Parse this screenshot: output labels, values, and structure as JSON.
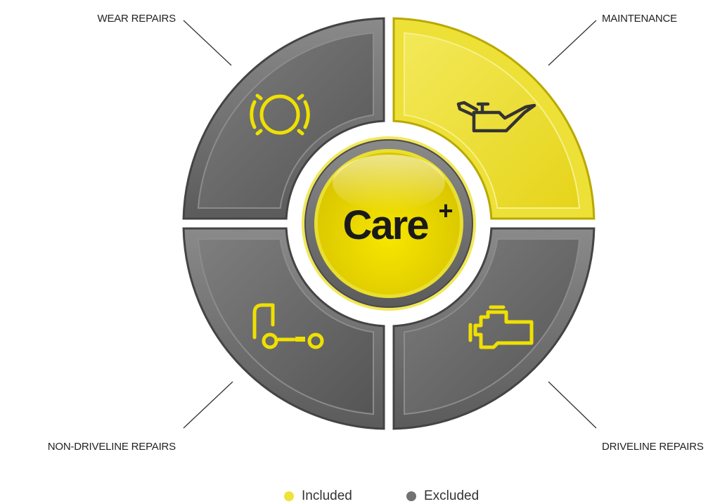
{
  "colors": {
    "included": "#f0e23a",
    "excluded": "#727272",
    "center": "#ecd900",
    "text": "#222222"
  },
  "segments": [
    {
      "id": "wear",
      "label": "WEAR REPAIRS",
      "status": "excluded",
      "icon": "brake-disc-icon"
    },
    {
      "id": "maintenance",
      "label": "MAINTENANCE",
      "status": "included",
      "icon": "oil-can-icon"
    },
    {
      "id": "non_driveline",
      "label": "NON-DRIVELINE REPAIRS",
      "status": "excluded",
      "icon": "truck-icon"
    },
    {
      "id": "driveline",
      "label": "DRIVELINE REPAIRS",
      "status": "excluded",
      "icon": "engine-icon"
    }
  ],
  "center": {
    "brand": "Care",
    "sup": "+"
  },
  "legend": {
    "included": "Included",
    "excluded": "Excluded"
  }
}
